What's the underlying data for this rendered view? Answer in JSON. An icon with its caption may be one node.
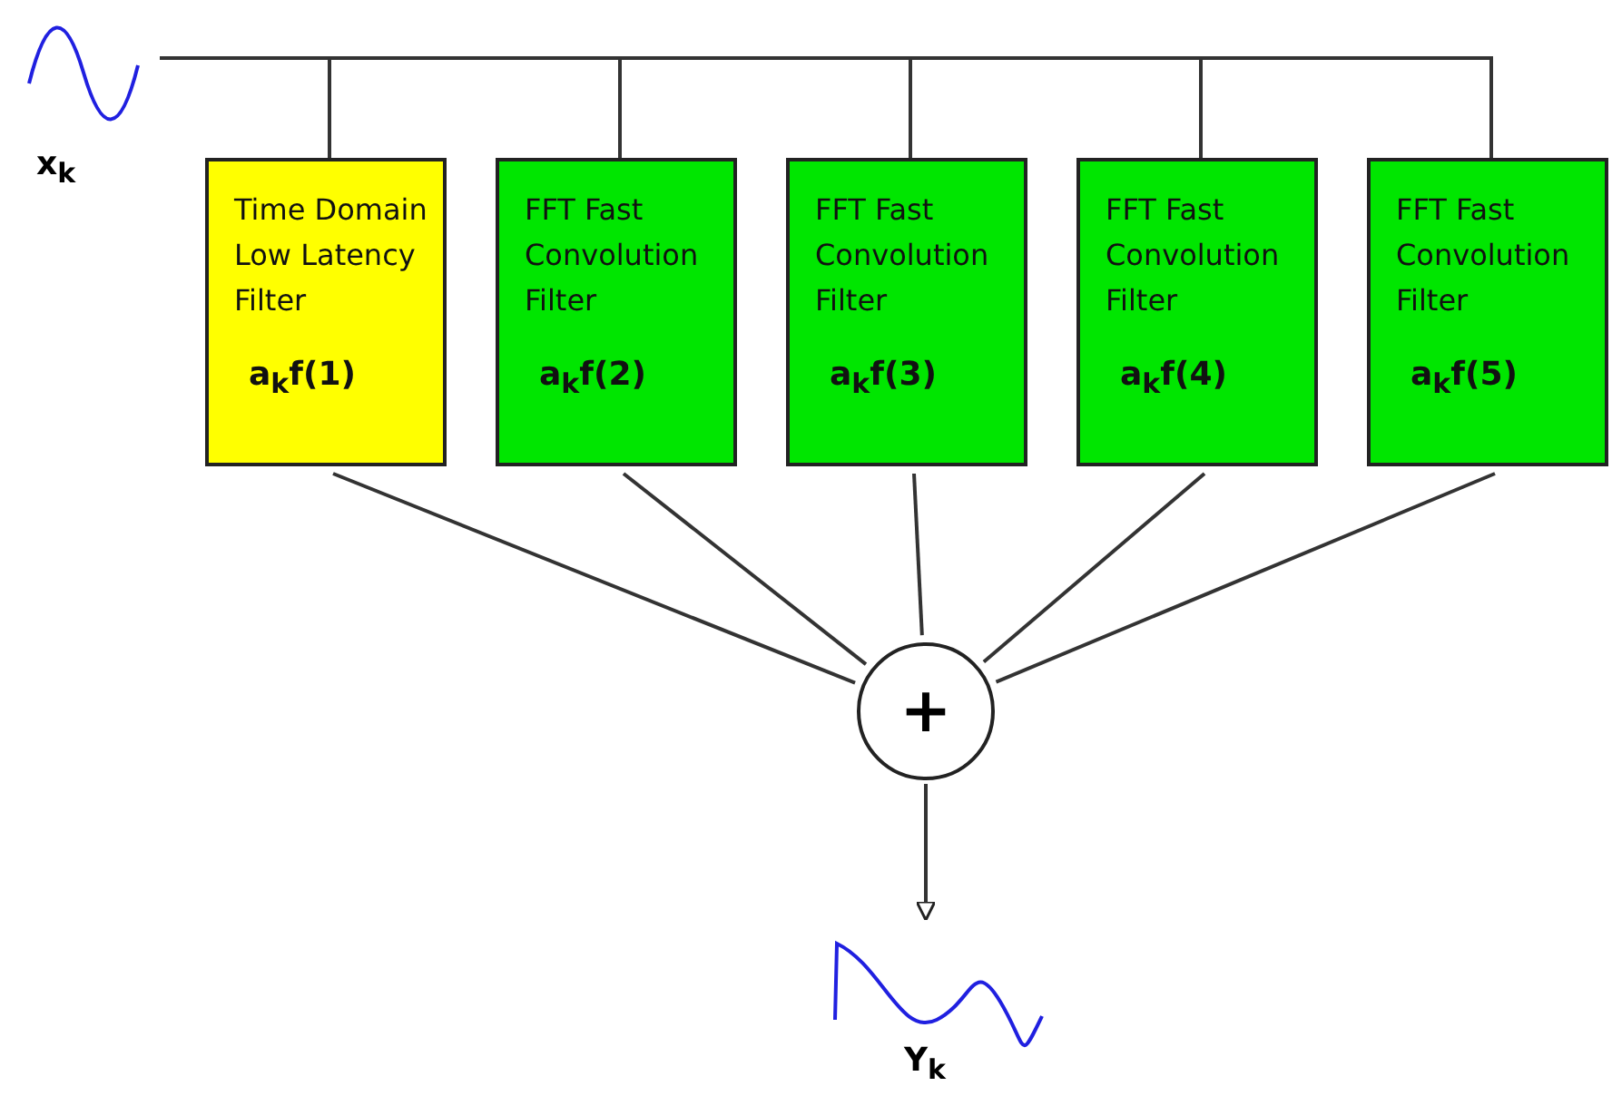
{
  "diagram": {
    "nodes": [
      {
        "text": [],
        "shape": "picture",
        "beside": [
          "x$_{k}$"
        ]
      },
      {
        "text": [
          "Time Domain Low Latency Filter",
          "a$_{k}$f(1)"
        ]
      },
      {
        "text": [
          "FFT Fast Convolution Filter",
          "a$_{k}$f(2)"
        ]
      },
      {
        "text": [
          "FFT Fast Convolution Filter",
          "a$_{k}$f(3)"
        ]
      },
      {
        "text": [
          "FFT Fast Convolution Filter",
          "a$_{k}$f(4)"
        ]
      },
      {
        "text": [
          "FFT Fast Convolution Filter",
          "a$_{k}$f(5)"
        ]
      },
      {
        "text": [
          "+"
        ]
      },
      {
        "text": [],
        "shape": "picture",
        "beside": [
          "Y$_{k}$"
        ]
      }
    ],
    "edges": [
      {
        "from": 0,
        "to": 1,
        "arrow": "none"
      },
      {
        "from": 0,
        "to": 2,
        "arrow": "none"
      },
      {
        "from": 0,
        "to": 3,
        "arrow": "none"
      },
      {
        "from": 0,
        "to": 4,
        "arrow": "none"
      },
      {
        "from": 0,
        "to": 5,
        "arrow": "none"
      },
      {
        "from": 1,
        "to": 6,
        "arrow": "none"
      },
      {
        "from": 2,
        "to": 6,
        "arrow": "none"
      },
      {
        "from": 3,
        "to": 6,
        "arrow": "none"
      },
      {
        "from": 4,
        "to": 6,
        "arrow": "none"
      },
      {
        "from": 5,
        "to": 6,
        "arrow": "none"
      },
      {
        "from": 6,
        "to": 7,
        "arrow": "to"
      }
    ]
  }
}
